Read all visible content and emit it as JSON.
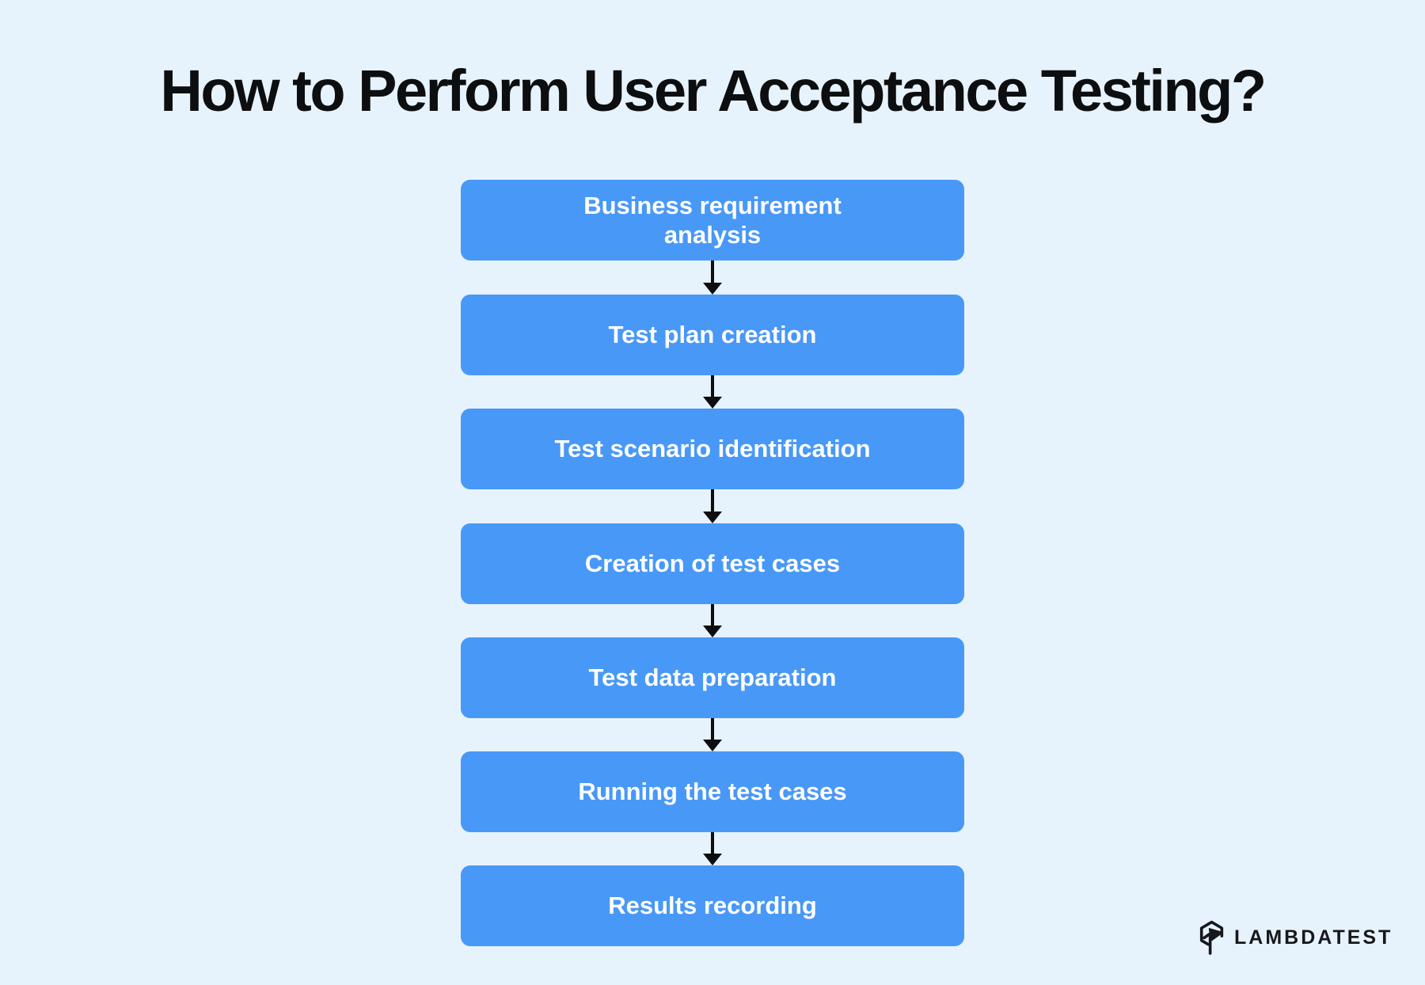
{
  "title": "How to Perform User Acceptance Testing?",
  "steps": [
    {
      "lines": [
        "Business requirement",
        "analysis"
      ]
    },
    {
      "lines": [
        "Test plan creation"
      ]
    },
    {
      "lines": [
        "Test scenario identification"
      ]
    },
    {
      "lines": [
        "Creation of test cases"
      ]
    },
    {
      "lines": [
        "Test data preparation"
      ]
    },
    {
      "lines": [
        "Running the test cases"
      ]
    },
    {
      "lines": [
        "Results recording"
      ]
    }
  ],
  "logo": {
    "text": "LAMBDATEST",
    "icon": "lambdatest-hexagon-arrow-icon"
  },
  "colors": {
    "background": "#E7F3FC",
    "box_fill": "#4898F8",
    "box_text": "#FFFFFF",
    "ink": "#0D0E10",
    "logo_ink": "#16181D"
  }
}
